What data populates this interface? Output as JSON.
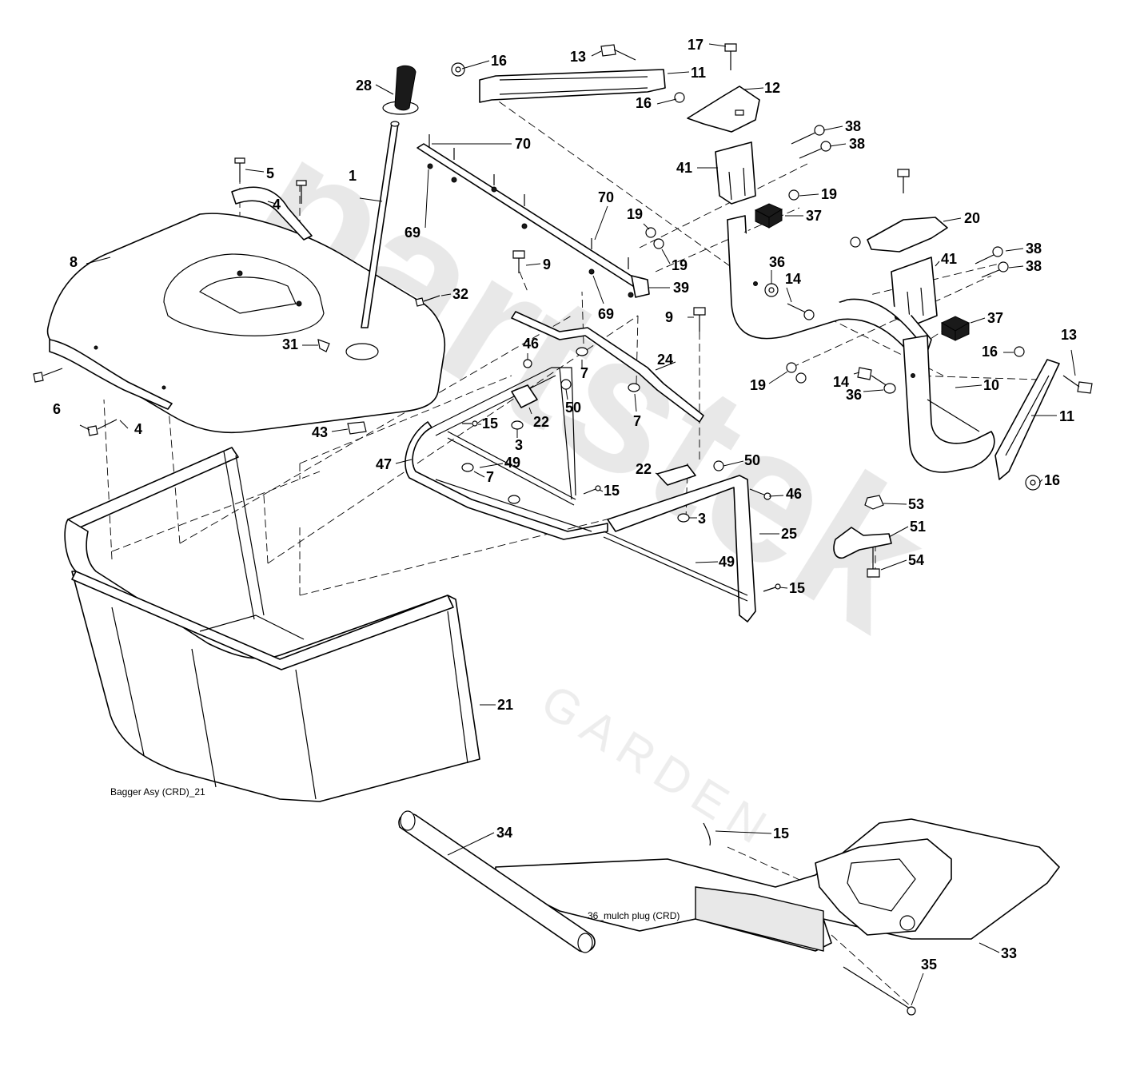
{
  "watermark": {
    "brand": "partstek",
    "sub": "GARDEN"
  },
  "captions": {
    "bagger": "Bagger Asy (CRD)_21",
    "mulch": "36_mulch plug (CRD)"
  },
  "callouts": [
    "28",
    "16",
    "13",
    "11",
    "17",
    "12",
    "16",
    "38",
    "38",
    "41",
    "19",
    "37",
    "19",
    "19",
    "20",
    "38",
    "38",
    "41",
    "37",
    "36",
    "14",
    "1",
    "70",
    "69",
    "70",
    "69",
    "5",
    "4",
    "8",
    "32",
    "9",
    "39",
    "31",
    "9",
    "24",
    "46",
    "7",
    "7",
    "22",
    "50",
    "6",
    "4",
    "15",
    "3",
    "43",
    "47",
    "49",
    "7",
    "22",
    "50",
    "15",
    "46",
    "3",
    "25",
    "49",
    "15",
    "14",
    "36",
    "10",
    "16",
    "13",
    "11",
    "16",
    "53",
    "51",
    "54",
    "19",
    "21",
    "34",
    "15",
    "33",
    "35"
  ]
}
